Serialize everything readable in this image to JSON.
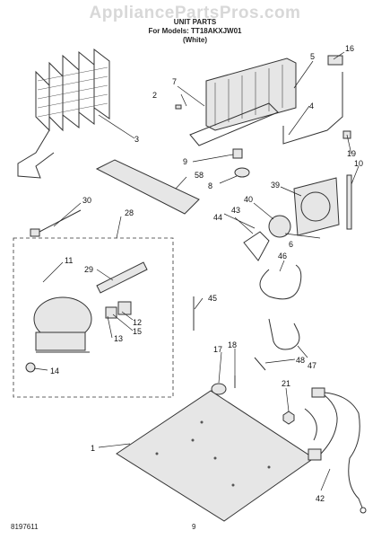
{
  "watermark": "AppliancePartsPros.com",
  "header": {
    "title": "UNIT PARTS",
    "model_line": "For Models: TT18AKXJW01",
    "color_line": "(White)"
  },
  "footer": {
    "doc_number": "8197611",
    "page_number": "9"
  },
  "callouts": {
    "c1": "1",
    "c2": "2",
    "c3": "3",
    "c4": "4",
    "c5": "5",
    "c6": "6",
    "c7": "7",
    "c8": "8",
    "c9": "9",
    "c10": "10",
    "c11": "11",
    "c12": "12",
    "c13": "13",
    "c14": "14",
    "c15": "15",
    "c16": "16",
    "c17": "17",
    "c18": "18",
    "c19": "19",
    "c21": "21",
    "c28": "28",
    "c29": "29",
    "c30": "30",
    "c39": "39",
    "c40": "40",
    "c42": "42",
    "c43": "43",
    "c44": "44",
    "c45": "45",
    "c46": "46",
    "c47": "47",
    "c48": "48",
    "c58": "58"
  }
}
